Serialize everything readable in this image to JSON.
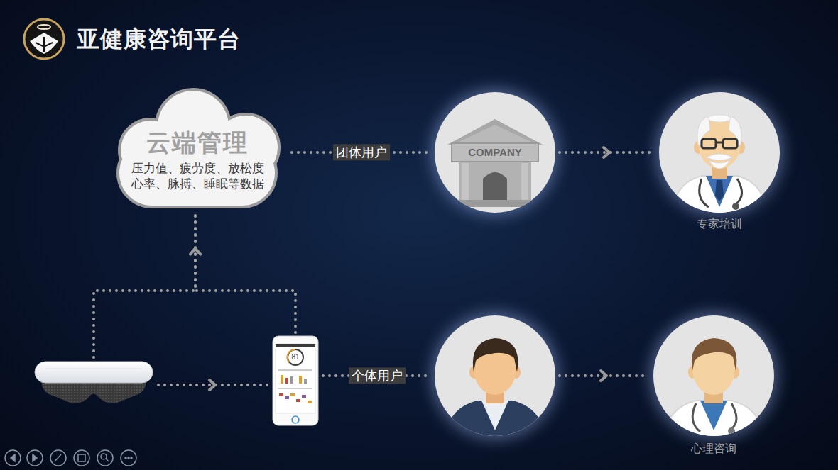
{
  "diagram": {
    "title": "亚健康咨询平台",
    "nodes": [
      {
        "text": [
          "云端管理",
          "压力值、疲劳度、放松度 心率、脉搏、睡眠等数据"
        ]
      },
      {
        "text": [
          "COMPANY"
        ]
      },
      {
        "text": [
          "专家培训"
        ]
      },
      {
        "text": []
      },
      {
        "text": [
          "81"
        ]
      },
      {
        "text": []
      },
      {
        "text": [
          "心理咨询"
        ]
      }
    ],
    "edges": [
      {
        "from": 0,
        "to": 1,
        "arrow": "none",
        "label": "团体用户"
      },
      {
        "from": 1,
        "to": 2,
        "arrow": "to"
      },
      {
        "from": 3,
        "to": 4,
        "arrow": "to"
      },
      {
        "from": 3,
        "to": 0,
        "arrow": "to"
      },
      {
        "from": 4,
        "to": 0,
        "arrow": "to"
      },
      {
        "from": 4,
        "to": 5,
        "arrow": "none",
        "label": "个体用户"
      },
      {
        "from": 5,
        "to": 6,
        "arrow": "to"
      }
    ]
  }
}
